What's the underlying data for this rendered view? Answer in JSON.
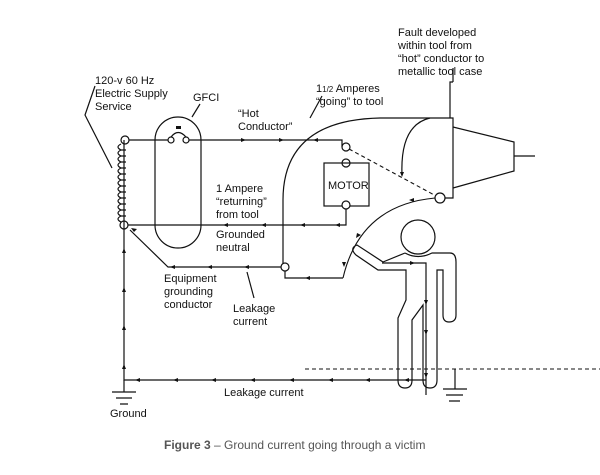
{
  "labels": {
    "supply_line1": "120-v 60 Hz",
    "supply_line2": "Electric Supply",
    "supply_line3": "Service",
    "gfci": "GFCI",
    "hot_line1": "“Hot",
    "hot_line2": "Conductor”",
    "going_line1_a": "1",
    "going_line1_b": "1/2",
    "going_line1_c": " Amperes",
    "going_line2": "“going” to tool",
    "fault_line1": "Fault developed",
    "fault_line2": "within tool from",
    "fault_line3": "“hot” conductor to",
    "fault_line4": "metallic tool case",
    "motor": "MOTOR",
    "returning_line1": "1 Ampere",
    "returning_line2": "“returning”",
    "returning_line3": "from tool",
    "neutral_line1": "Grounded",
    "neutral_line2": "neutral",
    "egc_line1": "Equipment",
    "egc_line2": "grounding",
    "egc_line3": "conductor",
    "leak1_line1": "Leakage",
    "leak1_line2": "current",
    "leak_bottom": "Leakage current",
    "ground": "Ground"
  },
  "caption": {
    "prefix": "Figure 3",
    "text": " – Ground current going through a victim"
  },
  "icons": {
    "transformer": "transformer-coil-icon",
    "gfci": "gfci-device-icon",
    "motor": "motor-box-icon",
    "tool": "power-tool-icon",
    "person": "person-figure-icon",
    "ground": "ground-symbol-icon"
  }
}
